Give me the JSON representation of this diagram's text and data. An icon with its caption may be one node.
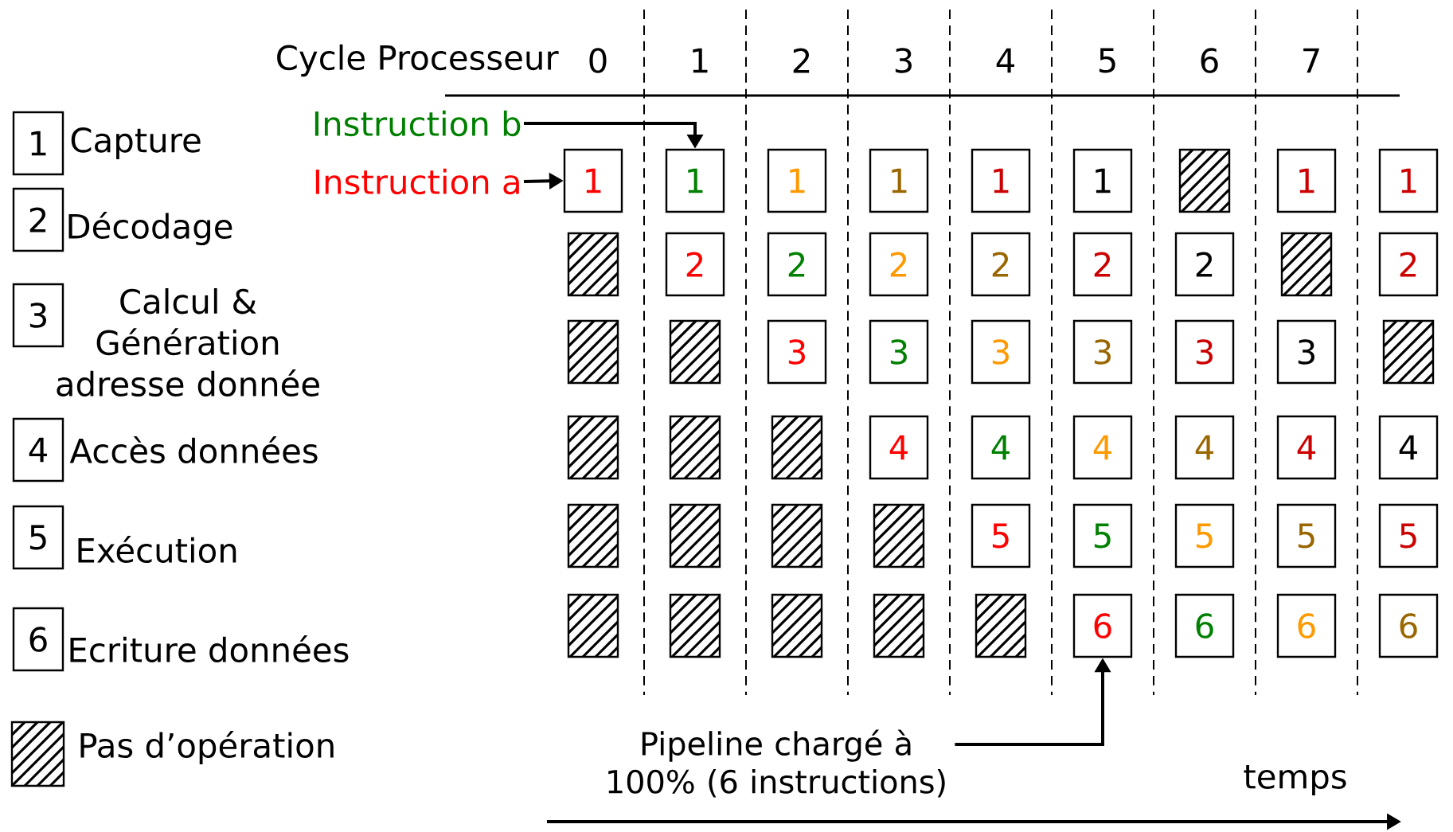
{
  "diagram": {
    "nodes": [
      {
        "text": [
          "1"
        ],
        "beside": [
          "Capture"
        ]
      },
      {
        "text": [
          "2"
        ],
        "beside": [
          "Décodage"
        ]
      },
      {
        "text": [
          "3"
        ],
        "beside": [
          "Calcul & Génération adresse donnée"
        ]
      },
      {
        "text": [
          "4"
        ],
        "beside": [
          "Accès données"
        ]
      },
      {
        "text": [
          "5"
        ],
        "beside": [
          "Exécution"
        ]
      },
      {
        "text": [
          "6"
        ],
        "beside": [
          "Ecriture données"
        ]
      },
      {
        "text": [
          "Instruction b"
        ]
      },
      {
        "text": [
          "Instruction a"
        ]
      },
      {
        "text": [
          "1"
        ]
      },
      {
        "text": [
          "1"
        ]
      },
      {
        "text": [
          "1"
        ]
      },
      {
        "text": [
          "1"
        ]
      },
      {
        "text": [
          "1"
        ]
      },
      {
        "text": [
          "1"
        ]
      },
      {
        "text": [],
        "shape": "box"
      },
      {
        "text": [
          "1"
        ]
      },
      {
        "text": [
          "1"
        ]
      },
      {
        "text": [],
        "shape": "box"
      },
      {
        "text": [
          "2"
        ]
      },
      {
        "text": [
          "2"
        ]
      },
      {
        "text": [
          "2"
        ]
      },
      {
        "text": [
          "2"
        ]
      },
      {
        "text": [
          "2"
        ]
      },
      {
        "text": [
          "2"
        ]
      },
      {
        "text": [],
        "shape": "box"
      },
      {
        "text": [
          "2"
        ]
      },
      {
        "text": [],
        "shape": "box"
      },
      {
        "text": [],
        "shape": "box"
      },
      {
        "text": [
          "3"
        ]
      },
      {
        "text": [
          "3"
        ]
      },
      {
        "text": [
          "3"
        ]
      },
      {
        "text": [
          "3"
        ]
      },
      {
        "text": [
          "3"
        ]
      },
      {
        "text": [
          "3"
        ]
      },
      {
        "text": [],
        "shape": "box"
      },
      {
        "text": [],
        "shape": "box"
      },
      {
        "text": [],
        "shape": "box"
      },
      {
        "text": [],
        "shape": "box"
      },
      {
        "text": [
          "4"
        ]
      },
      {
        "text": [
          "4"
        ]
      },
      {
        "text": [
          "4"
        ]
      },
      {
        "text": [
          "4"
        ]
      },
      {
        "text": [
          "4"
        ]
      },
      {
        "text": [
          "4"
        ]
      },
      {
        "text": [],
        "shape": "box"
      },
      {
        "text": [],
        "shape": "box"
      },
      {
        "text": [],
        "shape": "box"
      },
      {
        "text": [],
        "shape": "box"
      },
      {
        "text": [
          "5"
        ]
      },
      {
        "text": [
          "5"
        ]
      },
      {
        "text": [
          "5"
        ]
      },
      {
        "text": [
          "5"
        ]
      },
      {
        "text": [
          "5"
        ]
      },
      {
        "text": [],
        "shape": "box"
      },
      {
        "text": [],
        "shape": "box"
      },
      {
        "text": [],
        "shape": "box"
      },
      {
        "text": [],
        "shape": "box"
      },
      {
        "text": [],
        "shape": "box"
      },
      {
        "text": [
          "6"
        ]
      },
      {
        "text": [
          "6"
        ]
      },
      {
        "text": [
          "6"
        ]
      },
      {
        "text": [
          "6"
        ]
      },
      {
        "text": [
          "Pipeline chargé à 100% (6 instructions)"
        ]
      }
    ],
    "edges": [
      {
        "from": 7,
        "to": 8,
        "arrow": "to"
      },
      {
        "from": 6,
        "to": 9,
        "arrow": "to"
      },
      {
        "from": 62,
        "to": 58,
        "arrow": "to"
      }
    ],
    "labels": [
      "Cycle Processeur",
      "0",
      "1",
      "2",
      "3",
      "4",
      "5",
      "6",
      "7",
      "temps"
    ],
    "legend": [
      {
        "text": "Pas d’opération"
      }
    ]
  }
}
